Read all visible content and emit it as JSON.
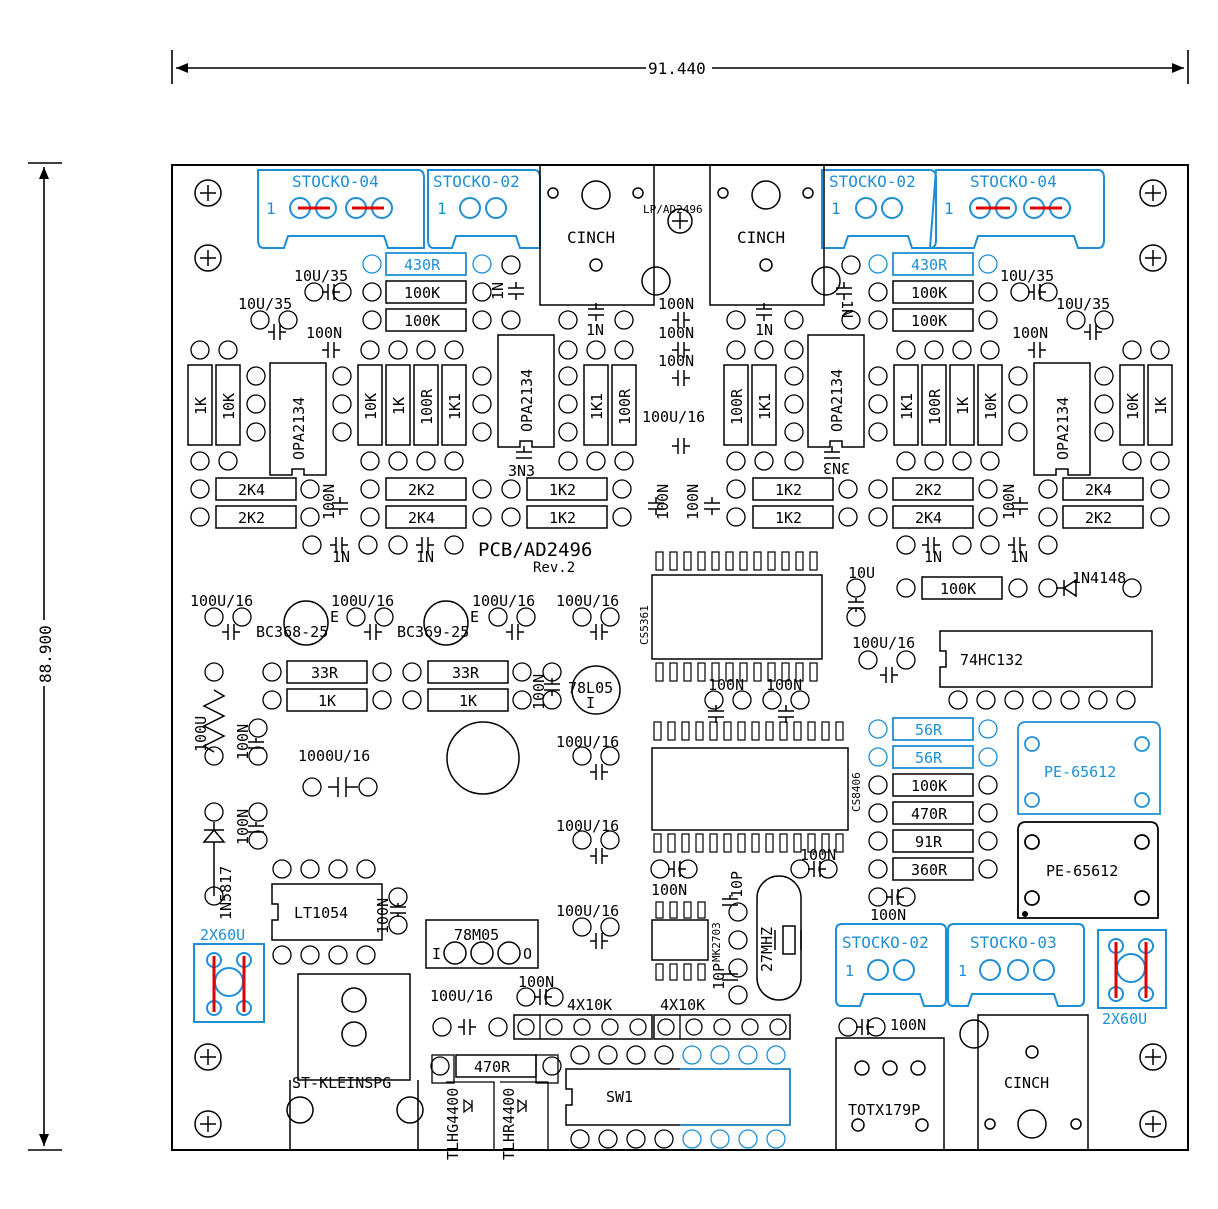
{
  "dimensions": {
    "width_label": "91.440",
    "height_label": "88.900"
  },
  "board": {
    "title": "PCB/AD2496",
    "revision": "Rev.2",
    "silk_label": "LP/AD2496"
  },
  "colors": {
    "outline": "#000000",
    "connector": "#1e8fd6",
    "jumper": "#e00000",
    "background": "#ffffff"
  },
  "connectors": {
    "stocko_04": "STOCKO-04",
    "stocko_02": "STOCKO-02",
    "stocko_03": "STOCKO-03",
    "pin1": "1",
    "cinch": "CINCH",
    "pe": "PE-65612",
    "jumper_2x60u": "2X60U",
    "st_klein": "ST-KLEINSPG",
    "totx": "TOTX179P",
    "sw1": "SW1",
    "header": "4X10K"
  },
  "ics": {
    "opa": "OPA2134",
    "cs5361": "CS5361",
    "cs8406": "CS8406",
    "hc132": "74HC132",
    "lt1054": "LT1054",
    "m7805": "78M05",
    "l7805": "78L05",
    "mk2703": "MK2703",
    "bc368": "BC368-25",
    "bc369": "BC369-25",
    "crystal": "27MHZ",
    "led_green": "TLHG4400",
    "led_red": "TLHR4400",
    "reg_i": "I",
    "reg_o": "O",
    "trans_e": "E"
  },
  "diodes": {
    "d1": "1N4148",
    "d2": "1N5817"
  },
  "values": {
    "r430": "430R",
    "r100k": "100K",
    "r1k": "1K",
    "r10k": "10K",
    "r100r": "100R",
    "r1k1": "1K1",
    "r2k4": "2K4",
    "r2k2": "2K2",
    "r1k2": "1K2",
    "r33r": "33R",
    "r56r": "56R",
    "r470r": "470R",
    "r91r": "91R",
    "r360r": "360R",
    "c10u35": "10U/35",
    "c100n": "100N",
    "c1n": "1N",
    "c3n3": "3N3",
    "c100u16": "100U/16",
    "c1000u16": "1000U/16",
    "c10u": "10U",
    "c100u": "100U",
    "c10p": "10P"
  }
}
